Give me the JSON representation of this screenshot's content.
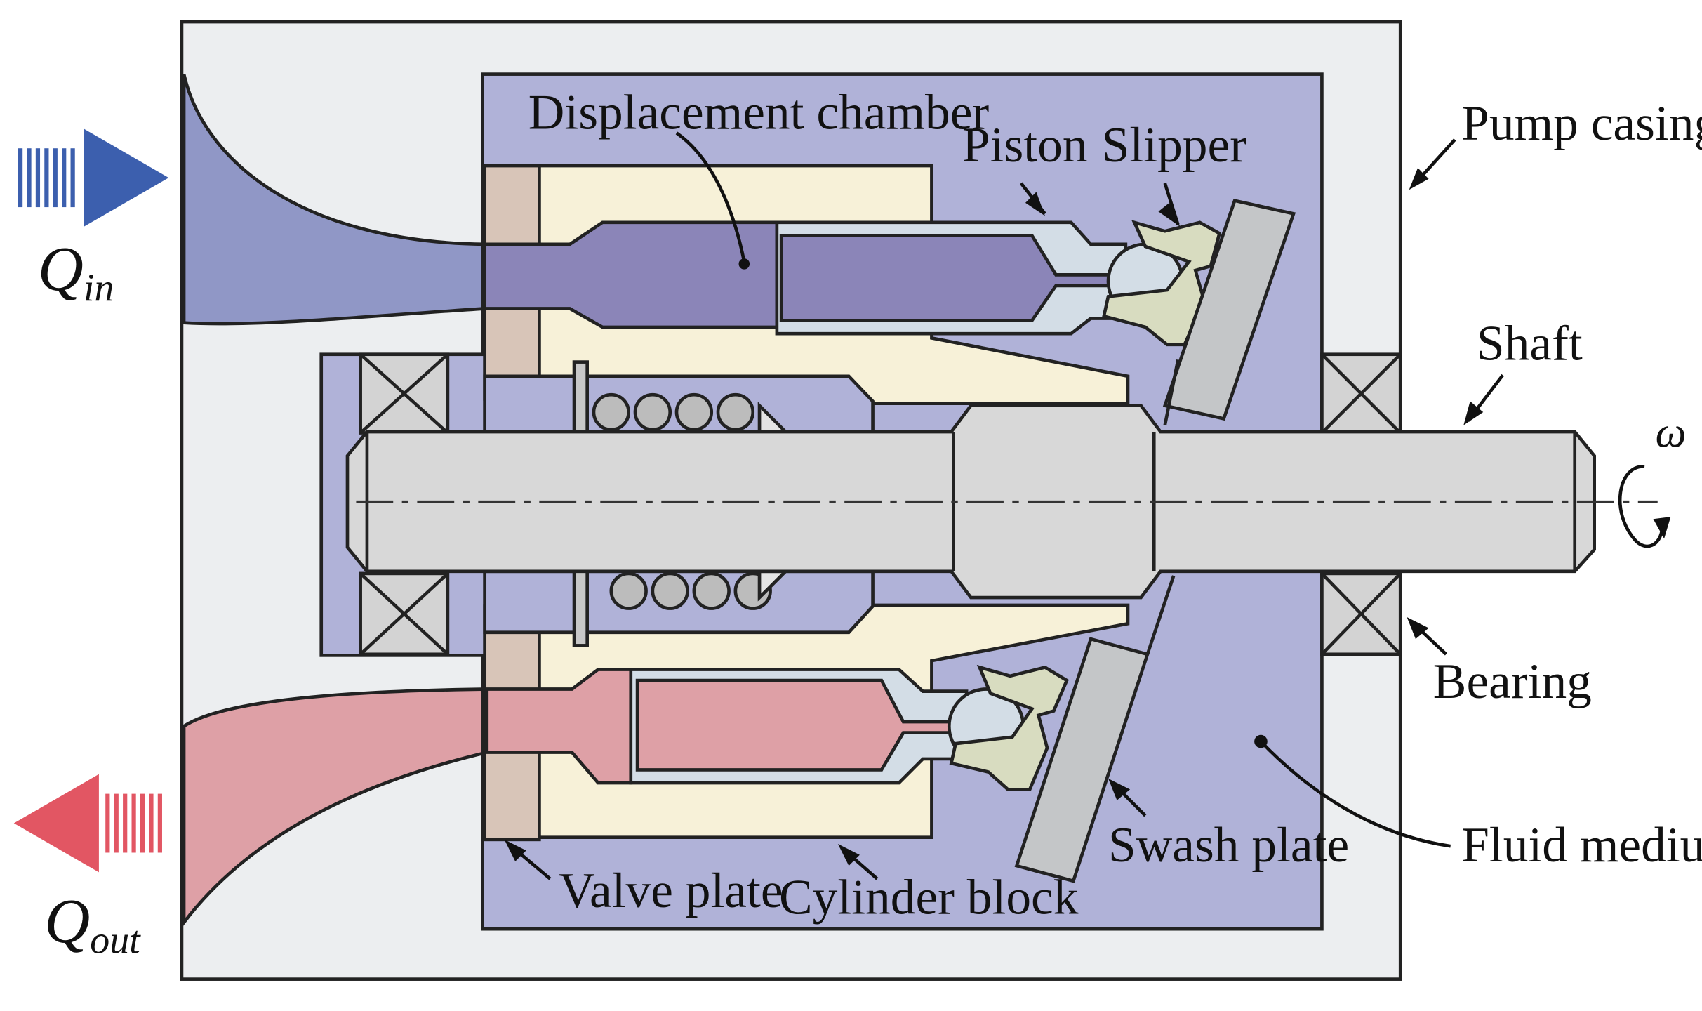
{
  "labels": {
    "displacement_chamber": "Displacement chamber",
    "piston": "Piston",
    "slipper": "Slipper",
    "pump_casing": "Pump casing",
    "shaft": "Shaft",
    "bearing": "Bearing",
    "fluid_medium": "Fluid medium",
    "swash_plate": "Swash plate",
    "cylinder_block": "Cylinder block",
    "valve_plate": "Valve plate"
  },
  "flow": {
    "in_symbol": "Q",
    "in_subscript": "in",
    "out_symbol": "Q",
    "out_subscript": "out"
  },
  "rotation": {
    "symbol": "ω"
  },
  "colors": {
    "casing": "#eceef0",
    "fluid": "#b0b2d8",
    "cylinder_block": "#f7f1d8",
    "valve_plate": "#d8c5b8",
    "piston": "#d3dde6",
    "slipper": "#d8dcc0",
    "swash_plate": "#c4c6c8",
    "shaft": "#d8d8d8",
    "bearing": "#d3d3d3",
    "inlet_fluid": "#9097c6",
    "chamber_in": "#8b85b8",
    "outlet_fluid": "#dea0a6",
    "inlet_arrow": "#3c5fae",
    "outlet_arrow": "#e25663",
    "spring": "#bcbcbc"
  }
}
